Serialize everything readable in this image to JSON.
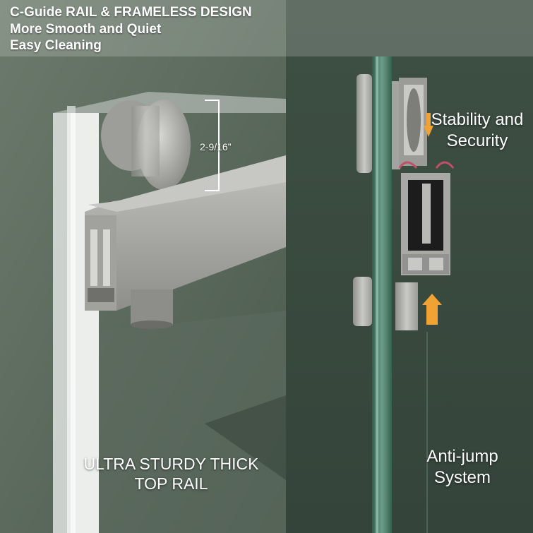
{
  "header": {
    "line1": "C-Guide RAIL & FRAMELESS DESIGN",
    "line2": "More Smooth and Quiet",
    "line3": "Easy Cleaning"
  },
  "dimension_label": "2-9/16”",
  "callouts": {
    "stability_line1": "Stability and",
    "stability_line2": "Security",
    "antijump_line1": "Anti-jump",
    "antijump_line2": "System",
    "rail_line1": "ULTRA STURDY THICK",
    "rail_line2": "TOP RAIL"
  },
  "colors": {
    "background": "#3b4a3f",
    "glass": "#4f7f6d",
    "metal": "#b5b5b1",
    "arrow": "#f0a234",
    "text": "#ffffff"
  }
}
